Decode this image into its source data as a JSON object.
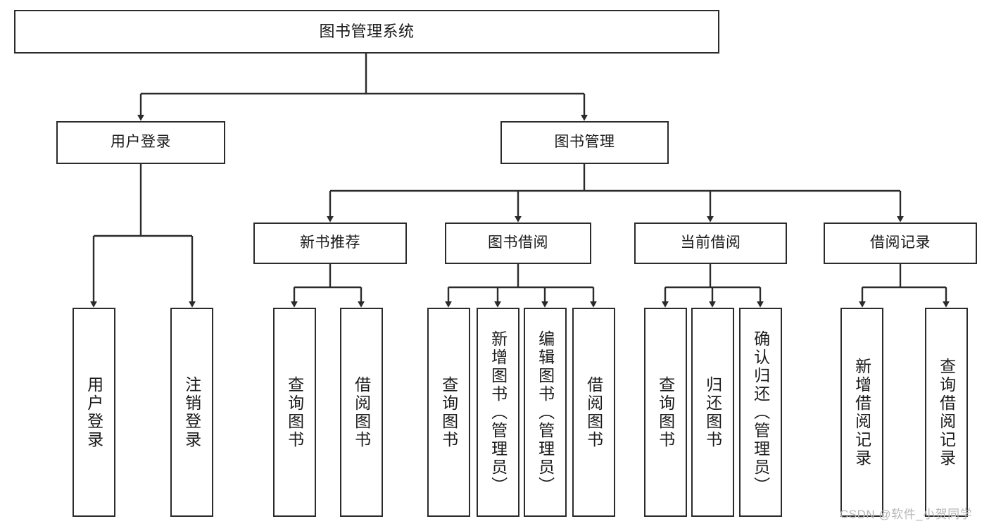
{
  "diagram": {
    "title": "图书管理系统",
    "type": "功能结构图",
    "root": {
      "label": "图书管理系统"
    },
    "level1": [
      {
        "label": "用户登录"
      },
      {
        "label": "图书管理"
      }
    ],
    "level2": [
      {
        "label": "新书推荐"
      },
      {
        "label": "图书借阅"
      },
      {
        "label": "当前借阅"
      },
      {
        "label": "借阅记录"
      }
    ],
    "leaves": {
      "user_login": [
        {
          "label": "用户登录"
        },
        {
          "label": "注销登录"
        }
      ],
      "new_book_recommend": [
        {
          "label": "查询图书"
        },
        {
          "label": "借阅图书"
        }
      ],
      "book_borrow": [
        {
          "label": "查询图书"
        },
        {
          "label": "新增图书（管理员）"
        },
        {
          "label": "编辑图书（管理员）"
        },
        {
          "label": "借阅图书"
        }
      ],
      "current_borrow": [
        {
          "label": "查询图书"
        },
        {
          "label": "归还图书"
        },
        {
          "label": "确认归还（管理员）"
        }
      ],
      "borrow_record": [
        {
          "label": "新增借阅记录"
        },
        {
          "label": "查询借阅记录"
        }
      ]
    }
  },
  "watermark": {
    "text": "CSDN @软件_小贺同学"
  },
  "colors": {
    "stroke": "#2b2b2b",
    "background": "#ffffff",
    "text": "#1b1b1b",
    "watermark": "#b7b7b7"
  }
}
